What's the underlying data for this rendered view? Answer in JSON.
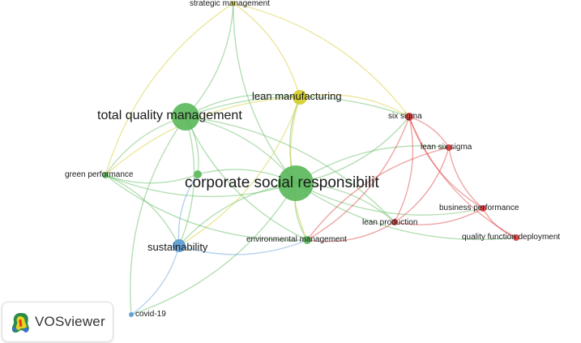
{
  "colors": {
    "green": "#5cb85c",
    "yellow": "#d4cd2a",
    "red": "#d93a3a",
    "blue": "#5b9bd5",
    "purple": "#9b6fc0"
  },
  "nodes": [
    {
      "id": "csr",
      "label": "corporate social responsibilit",
      "cluster": "green"
    },
    {
      "id": "tqm",
      "label": "total quality management",
      "cluster": "green"
    },
    {
      "id": "lm",
      "label": "lean manufacturing",
      "cluster": "yellow"
    },
    {
      "id": "sm",
      "label": "strategic management",
      "cluster": "yellow"
    },
    {
      "id": "ss",
      "label": "six sigma",
      "cluster": "red"
    },
    {
      "id": "lss",
      "label": "lean six sigma",
      "cluster": "red"
    },
    {
      "id": "bp",
      "label": "business performance",
      "cluster": "red"
    },
    {
      "id": "qfd",
      "label": "quality function deployment",
      "cluster": "red"
    },
    {
      "id": "lp",
      "label": "lean production",
      "cluster": "red"
    },
    {
      "id": "em",
      "label": "environmental management",
      "cluster": "green"
    },
    {
      "id": "gp",
      "label": "green performance",
      "cluster": "green"
    },
    {
      "id": "sus",
      "label": "sustainability",
      "cluster": "blue"
    },
    {
      "id": "cov",
      "label": "covid-19",
      "cluster": "blue"
    },
    {
      "id": "g2",
      "label": "",
      "cluster": "green"
    }
  ],
  "edges": [
    [
      "csr",
      "tqm"
    ],
    [
      "csr",
      "lm"
    ],
    [
      "csr",
      "ss"
    ],
    [
      "csr",
      "lss"
    ],
    [
      "csr",
      "bp"
    ],
    [
      "csr",
      "lp"
    ],
    [
      "csr",
      "em"
    ],
    [
      "csr",
      "gp"
    ],
    [
      "csr",
      "sus"
    ],
    [
      "csr",
      "cov"
    ],
    [
      "csr",
      "qfd"
    ],
    [
      "csr",
      "sm"
    ],
    [
      "csr",
      "g2"
    ],
    [
      "tqm",
      "lm"
    ],
    [
      "tqm",
      "sm"
    ],
    [
      "tqm",
      "ss"
    ],
    [
      "tqm",
      "gp"
    ],
    [
      "tqm",
      "sus"
    ],
    [
      "tqm",
      "em"
    ],
    [
      "tqm",
      "g2"
    ],
    [
      "tqm",
      "cov"
    ],
    [
      "tqm",
      "lp"
    ],
    [
      "lm",
      "sm"
    ],
    [
      "lm",
      "ss"
    ],
    [
      "lm",
      "gp"
    ],
    [
      "lm",
      "sus"
    ],
    [
      "lm",
      "em"
    ],
    [
      "ss",
      "lss"
    ],
    [
      "ss",
      "bp"
    ],
    [
      "ss",
      "lp"
    ],
    [
      "ss",
      "qfd"
    ],
    [
      "ss",
      "em"
    ],
    [
      "lss",
      "bp"
    ],
    [
      "lss",
      "lp"
    ],
    [
      "lss",
      "em"
    ],
    [
      "bp",
      "lp"
    ],
    [
      "bp",
      "qfd"
    ],
    [
      "lp",
      "em"
    ],
    [
      "gp",
      "em"
    ],
    [
      "gp",
      "sus"
    ],
    [
      "gp",
      "g2"
    ],
    [
      "sus",
      "cov"
    ],
    [
      "sus",
      "em"
    ],
    [
      "sus",
      "g2"
    ],
    [
      "sm",
      "gp"
    ],
    [
      "sm",
      "ss"
    ]
  ],
  "logo": {
    "text": "VOSviewer"
  }
}
